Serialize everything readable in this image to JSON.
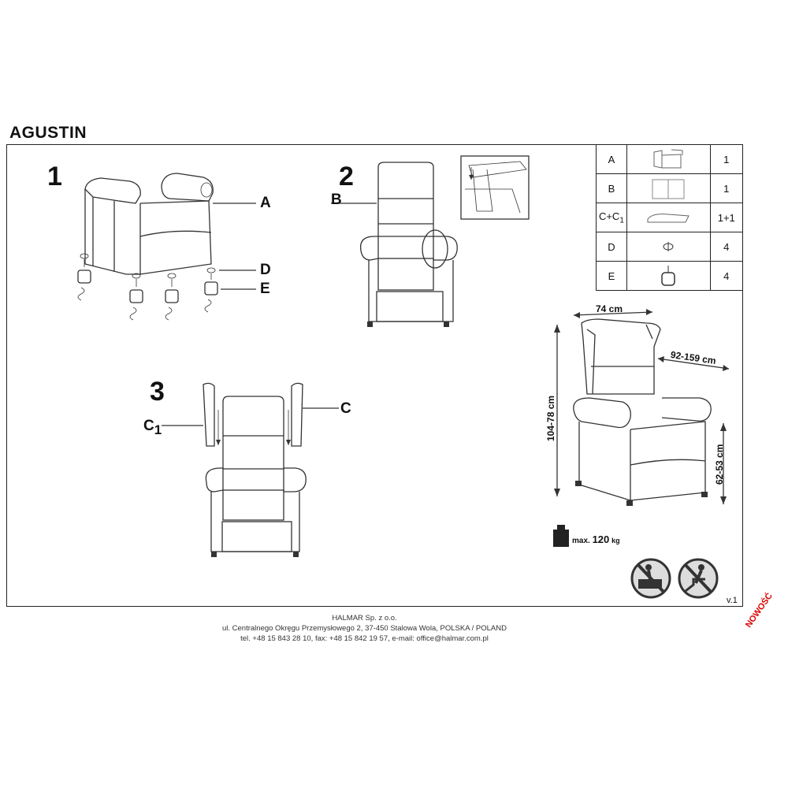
{
  "title": "AGUSTIN",
  "steps": [
    {
      "number": "1",
      "labels": [
        "A",
        "D",
        "E"
      ]
    },
    {
      "number": "2",
      "labels": [
        "B"
      ]
    },
    {
      "number": "3",
      "labels": [
        "C",
        "C",
        "1"
      ]
    }
  ],
  "parts_table": [
    {
      "letter": "A",
      "icon": "armchair-base-icon",
      "qty": "1"
    },
    {
      "letter": "B",
      "icon": "backrest-icon",
      "qty": "1"
    },
    {
      "letter": "C+C",
      "letter_sub": "1",
      "icon": "wing-panel-icon",
      "qty": "1+1"
    },
    {
      "letter": "D",
      "icon": "washer-icon",
      "qty": "4"
    },
    {
      "letter": "E",
      "icon": "leg-icon",
      "qty": "4"
    }
  ],
  "dimensions": {
    "width": "74 cm",
    "depth": "92-159 cm",
    "height": "104-78 cm",
    "seat_height": "62-53 cm"
  },
  "max_load": {
    "prefix": "max.",
    "value": "120",
    "unit": "kg"
  },
  "warning_icons": [
    "no-standing-on-seat-icon",
    "no-climbing-icon"
  ],
  "version": "v.1",
  "footer": {
    "company": "HALMAR Sp. z o.o.",
    "address": "ul. Centralnego Okręgu Przemysłowego 2, 37-450 Stalowa Wola, POLSKA / POLAND",
    "contact": "tel. +48 15 843 28 10, fax: +48 15 842 19 57, e-mail: office@halmar.com.pl"
  },
  "badge": "NOWOŚĆ"
}
